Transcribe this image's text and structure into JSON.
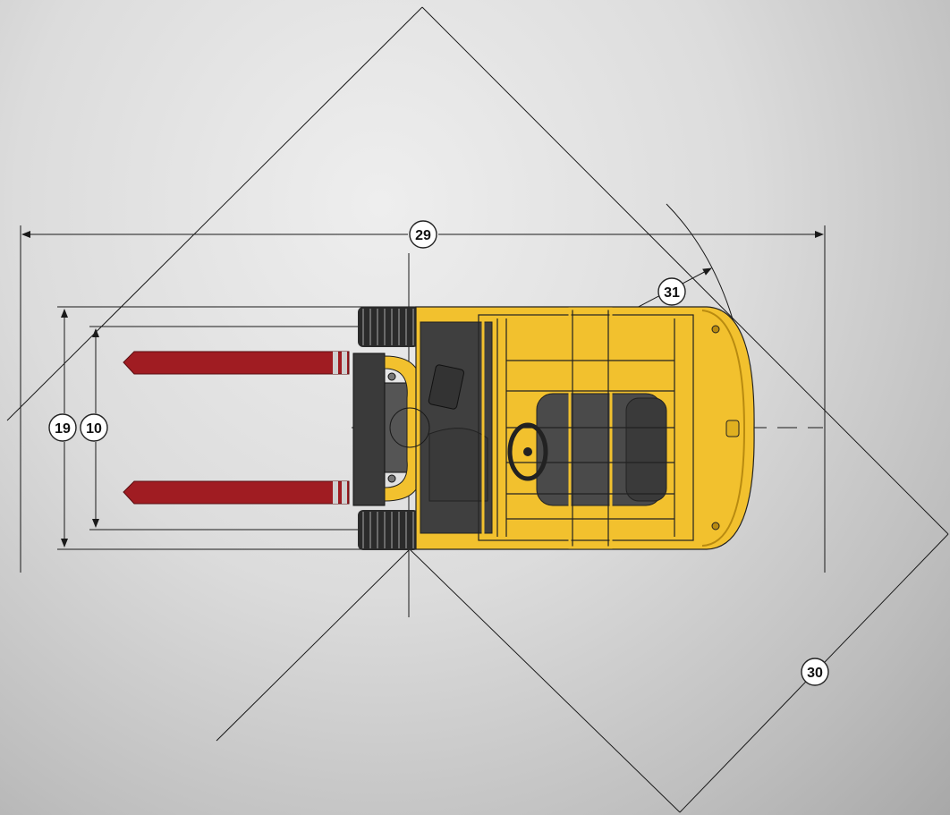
{
  "diagram": {
    "colors": {
      "chassis": "#f2c12e",
      "chassis_dark": "#d9a414",
      "forks": "#a01c22",
      "fork_tips": "#c0c0c0",
      "tire": "#2b2b2b",
      "seat": "#4a4a4a",
      "lines": "#1a1a1a"
    },
    "dimension_labels": {
      "overall_length": "29",
      "fork_outer_width": "19",
      "fork_spread": "10",
      "turning_radius": "31",
      "aisle_width": "30"
    }
  }
}
